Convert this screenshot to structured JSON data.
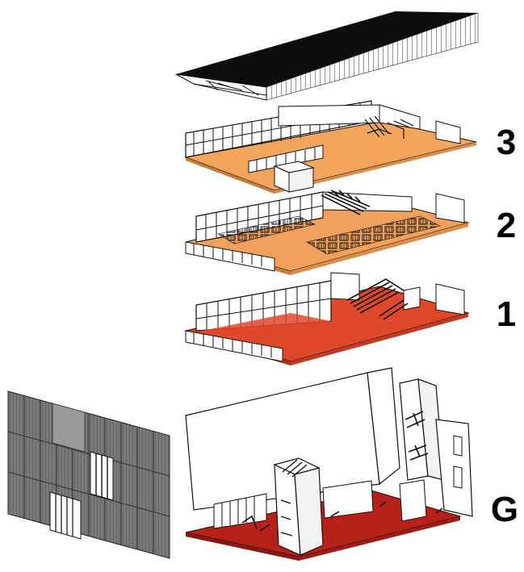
{
  "levels": [
    {
      "label": "3",
      "role": "third-floor"
    },
    {
      "label": "2",
      "role": "second-floor"
    },
    {
      "label": "1",
      "role": "first-floor"
    },
    {
      "label": "G",
      "role": "ground-floor"
    }
  ],
  "colors": {
    "roof": "#0d0d0d",
    "floor_3": "#f3a55e",
    "floor_2": "#f2a15c",
    "floor_1": "#e0482a",
    "floor_g": "#b8201a",
    "facade": "#6f6f6f",
    "linework": "#111111"
  }
}
